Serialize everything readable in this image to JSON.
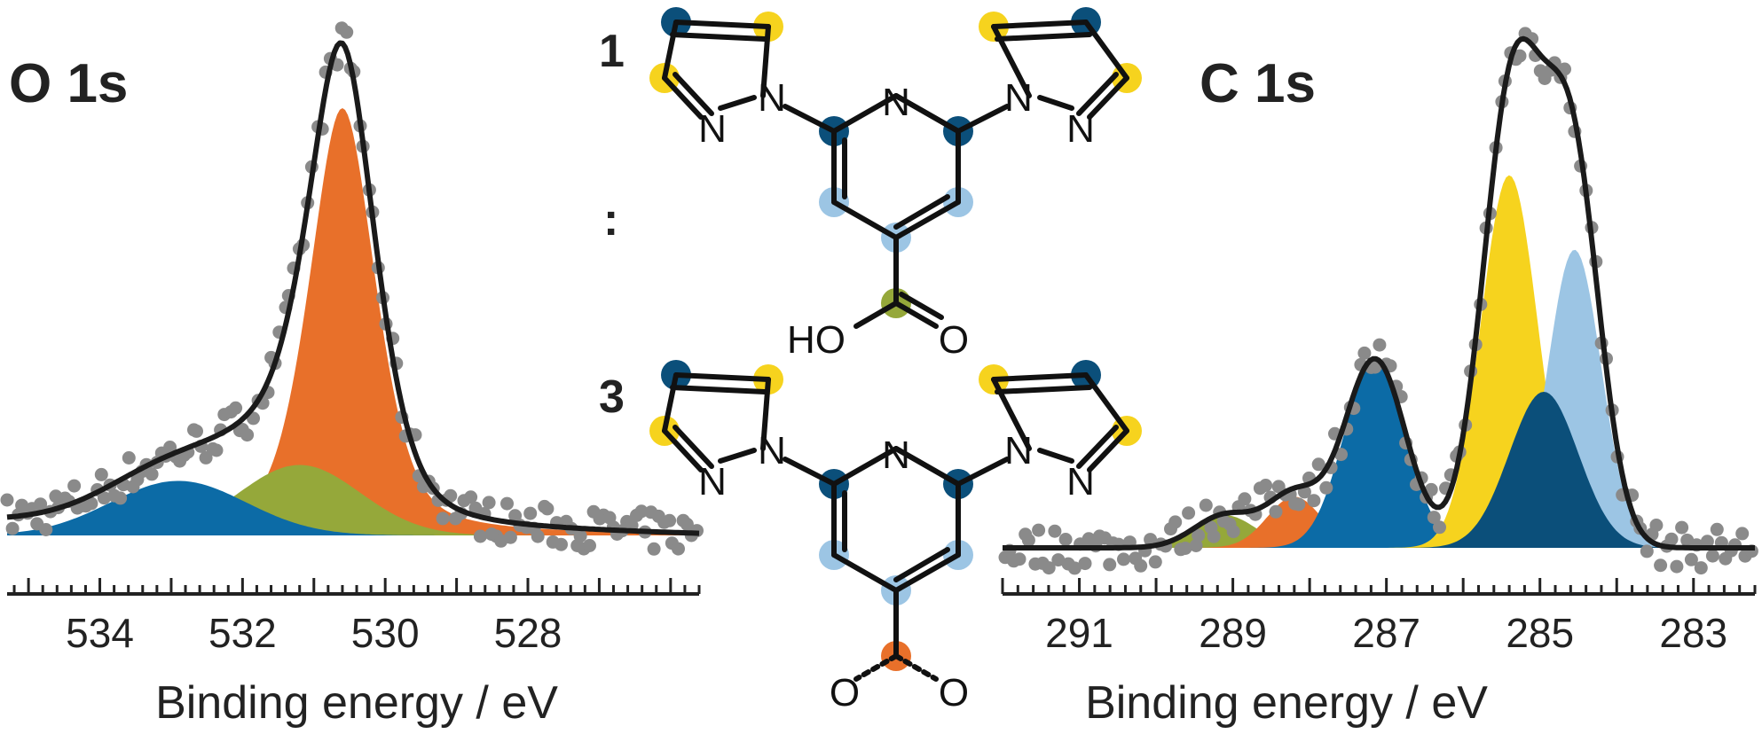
{
  "colors": {
    "orange": "#E8702A",
    "green": "#95A83A",
    "blue": "#0C6BA6",
    "darkblue": "#0B4F7A",
    "lightblue": "#9CC5E4",
    "yellow": "#F6D31E",
    "envelope": "#1a1a1a",
    "points": "#8a8a8a"
  },
  "chart_data": [
    {
      "type": "area",
      "title": "O 1s",
      "xlabel": "Binding energy / eV",
      "ylabel": "",
      "x_reversed": true,
      "xlim": [
        535.3,
        525.6
      ],
      "xticks": [
        534,
        532,
        530,
        528
      ],
      "ylim": [
        0,
        1.1
      ],
      "series": [
        {
          "shape": "voigt",
          "color_key": "orange",
          "center": 530.6,
          "height": 0.94,
          "width": 0.48
        },
        {
          "shape": "gauss",
          "color_key": "green",
          "center": 531.2,
          "height": 0.155,
          "width": 0.85
        },
        {
          "shape": "gauss",
          "color_key": "blue",
          "center": 532.9,
          "height": 0.12,
          "width": 0.95
        }
      ],
      "baseline_tail": 0.03
    },
    {
      "type": "area",
      "title": "C 1s",
      "xlabel": "Binding energy / eV",
      "ylabel": "",
      "x_reversed": true,
      "xlim": [
        292.0,
        282.2
      ],
      "xticks": [
        291,
        289,
        287,
        285,
        283
      ],
      "ylim": [
        0,
        1.1
      ],
      "series": [
        {
          "shape": "gauss",
          "color_key": "green",
          "center": 289.1,
          "height": 0.07,
          "width": 0.4
        },
        {
          "shape": "gauss",
          "color_key": "orange",
          "center": 288.2,
          "height": 0.11,
          "width": 0.35
        },
        {
          "shape": "gauss",
          "color_key": "blue",
          "center": 287.15,
          "height": 0.405,
          "width": 0.4
        },
        {
          "shape": "gauss",
          "color_key": "yellow",
          "center": 285.4,
          "height": 0.8,
          "width": 0.37
        },
        {
          "shape": "gauss",
          "color_key": "lightblue",
          "center": 284.55,
          "height": 0.64,
          "width": 0.35
        },
        {
          "shape": "gauss",
          "color_key": "darkblue",
          "center": 284.95,
          "height": 0.335,
          "width": 0.45
        }
      ],
      "baseline_tail": 0.0
    }
  ],
  "molecules": {
    "label_1": "1",
    "label_sep": ":",
    "label_3": "3",
    "atom_N": "N",
    "atom_HO": "HO",
    "atom_O": "O"
  }
}
